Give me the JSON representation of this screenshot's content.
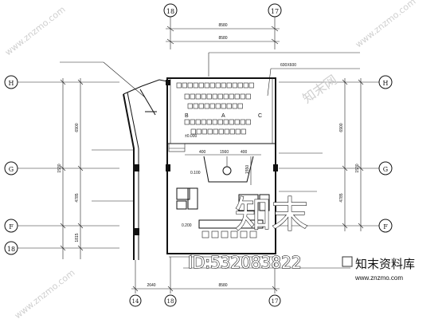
{
  "grid": {
    "top": [
      "18",
      "17"
    ],
    "bottom": [
      "14",
      "18",
      "17"
    ],
    "left": [
      "H",
      "G",
      "F",
      "18"
    ],
    "right": [
      "H",
      "G",
      "F"
    ]
  },
  "dimensions": {
    "top_outer": "8580",
    "top_inner": "8580",
    "bottom_left": "2640",
    "bottom_right": "8580",
    "left_1": "6900",
    "left_2": "1530",
    "left_3": "4785",
    "left_4": "1815",
    "right_1": "6900",
    "right_2": "1530",
    "right_3": "4785"
  },
  "notes": {
    "tile": "600X600",
    "level_1": "±0.000",
    "level_2": "0.100",
    "level_3": "0.200",
    "dim_400a": "400",
    "dim_1560": "1560",
    "dim_400b": "400",
    "dim_1550": "1550",
    "row_b": "B",
    "row_c": "C",
    "row_a": "A"
  },
  "watermark": {
    "id_text": "ID:532083822",
    "site_cn": "知末资料库",
    "big": "知末",
    "url": "www.znzmo.com",
    "side": "知末网"
  }
}
